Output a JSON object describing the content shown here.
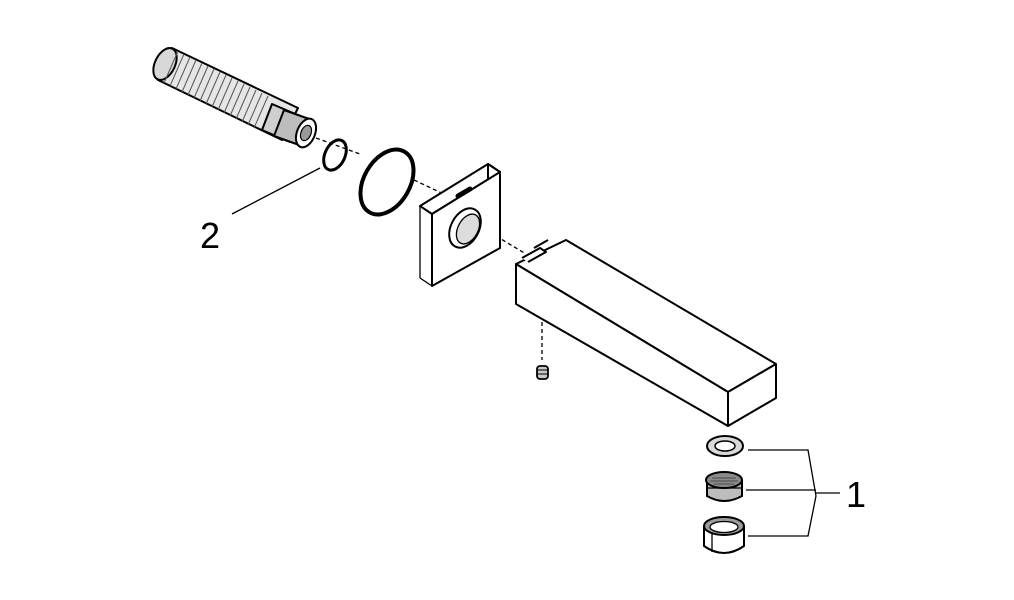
{
  "callouts": [
    {
      "id": "1",
      "label": "1"
    },
    {
      "id": "2",
      "label": "2"
    }
  ],
  "parts": [
    "flexible-hose",
    "small-o-ring",
    "large-o-ring",
    "wall-flange",
    "spout-body",
    "set-screw",
    "aerator-washer",
    "aerator-insert",
    "aerator-housing"
  ]
}
